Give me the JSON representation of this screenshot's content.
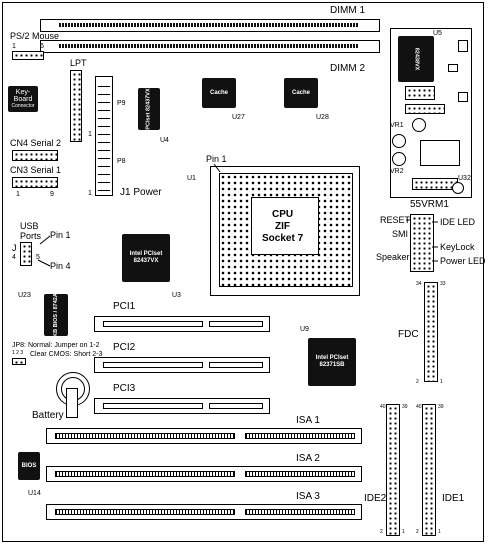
{
  "labels": {
    "dimm1": "DIMM 1",
    "dimm2": "DIMM 2",
    "ps2_mouse": "PS/2 Mouse",
    "ps2_pin1": "1",
    "ps2_pin6": "6",
    "lpt": "LPT",
    "keyboard": "Key-Board",
    "keyboard_sub": "Connector",
    "cn4": "CN4 Serial 2",
    "cn3": "CN3 Serial 1",
    "serial_pin1": "1",
    "serial_pin9": "9",
    "j1_power": "J1 Power",
    "p9": "P9",
    "p8": "P8",
    "pin1_j1a": "1",
    "pin1_j1b": "1",
    "u4_chip": "PCIset 82437VX",
    "u4": "U4",
    "cache": "Cache",
    "u27": "U27",
    "u28": "U28",
    "u5": "U5",
    "u5_chip": "82438VX",
    "vr1": "VR1",
    "vr2": "VR2",
    "vrm": "55VRM1",
    "pin1_cpu": "Pin 1",
    "u1": "U1",
    "cpu1": "CPU",
    "cpu2": "ZIF",
    "cpu3": "Socket 7",
    "usb": "USB",
    "ports": "Ports",
    "usb_j": "J",
    "usb_pin1": "Pin 1",
    "usb_pin4": "Pin 4",
    "usb_4": "4",
    "usb_5": "5",
    "intel_chip_main": "Intel PCIset 82437VX",
    "u3": "U3",
    "u23": "U23",
    "kbbios": "KB BIOS / 8742A",
    "pci1": "PCI1",
    "pci2": "PCI2",
    "pci3": "PCI3",
    "jp8a": "JP8: Normal: Jumper on 1-2",
    "jp8b": "Clear CMOS: Short 2-3",
    "jp8_pins": "1 2 3",
    "battery": "Battery",
    "u9": "U9",
    "sb_chip": "Intel PCIset 82371SB",
    "reset": "RESET",
    "smi": "SMI",
    "speaker": "Speaker",
    "ide_led": "IDE LED",
    "keylock": "KeyLock",
    "power_led": "Power LED",
    "fdc": "FDC",
    "fdc34": "34",
    "fdc33": "33",
    "fdc1": "1",
    "fdc2": "2",
    "isa1": "ISA 1",
    "isa2": "ISA 2",
    "isa3": "ISA 3",
    "ide2": "IDE2",
    "ide1": "IDE1",
    "bios": "BIOS",
    "u14": "U14",
    "ide40a": "40",
    "ide39a": "39",
    "ide40b": "40",
    "ide39b": "39",
    "ide1a": "1",
    "ide2a": "2",
    "ide1b": "1",
    "ide2b": "2",
    "u32": "U32"
  }
}
